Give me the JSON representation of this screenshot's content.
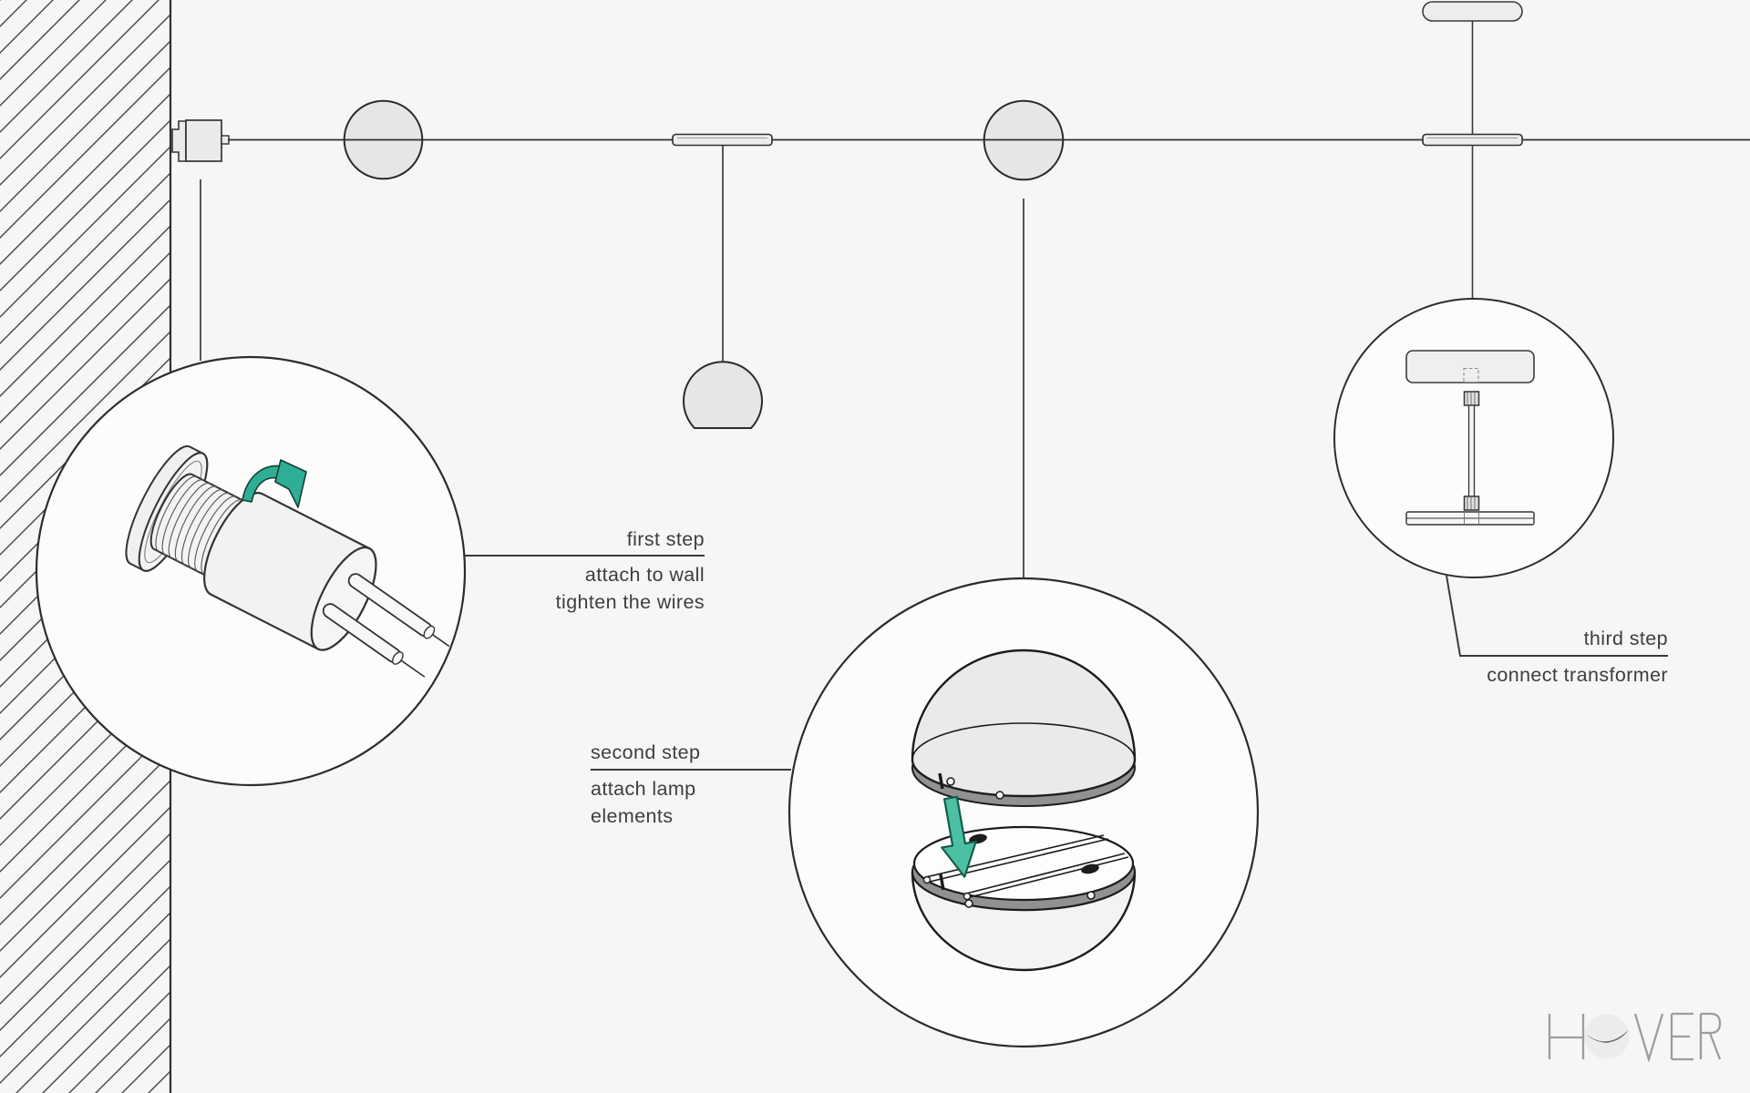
{
  "steps": [
    {
      "label": "first step",
      "description_lines": [
        "attach to wall",
        "tighten the wires"
      ]
    },
    {
      "label": "second step",
      "description_lines": [
        "attach lamp",
        "elements"
      ]
    },
    {
      "label": "third step",
      "description_lines": [
        "connect transformer"
      ]
    }
  ],
  "logo": {
    "text": "HOVER"
  },
  "colors": {
    "background": "#f6f6f7",
    "line_dark": "#2f2f2f",
    "leader_line": "#3a3a3a",
    "text": "#3e3e3e",
    "accent_teal": "#2fae95",
    "accent_teal_light": "#4cc0a5",
    "sphere_fill": "#e5e6e7",
    "band_gray": "#8f9193",
    "detail_circle_fill": "#fcfcfd",
    "logo_gray": "#9d9d9d"
  },
  "icons": {
    "rotate_arrow": "teal curved rotation arrow",
    "insert_arrow": "teal downward insert arrow",
    "logo_sphere": "lamp sphere replacing letter O"
  }
}
